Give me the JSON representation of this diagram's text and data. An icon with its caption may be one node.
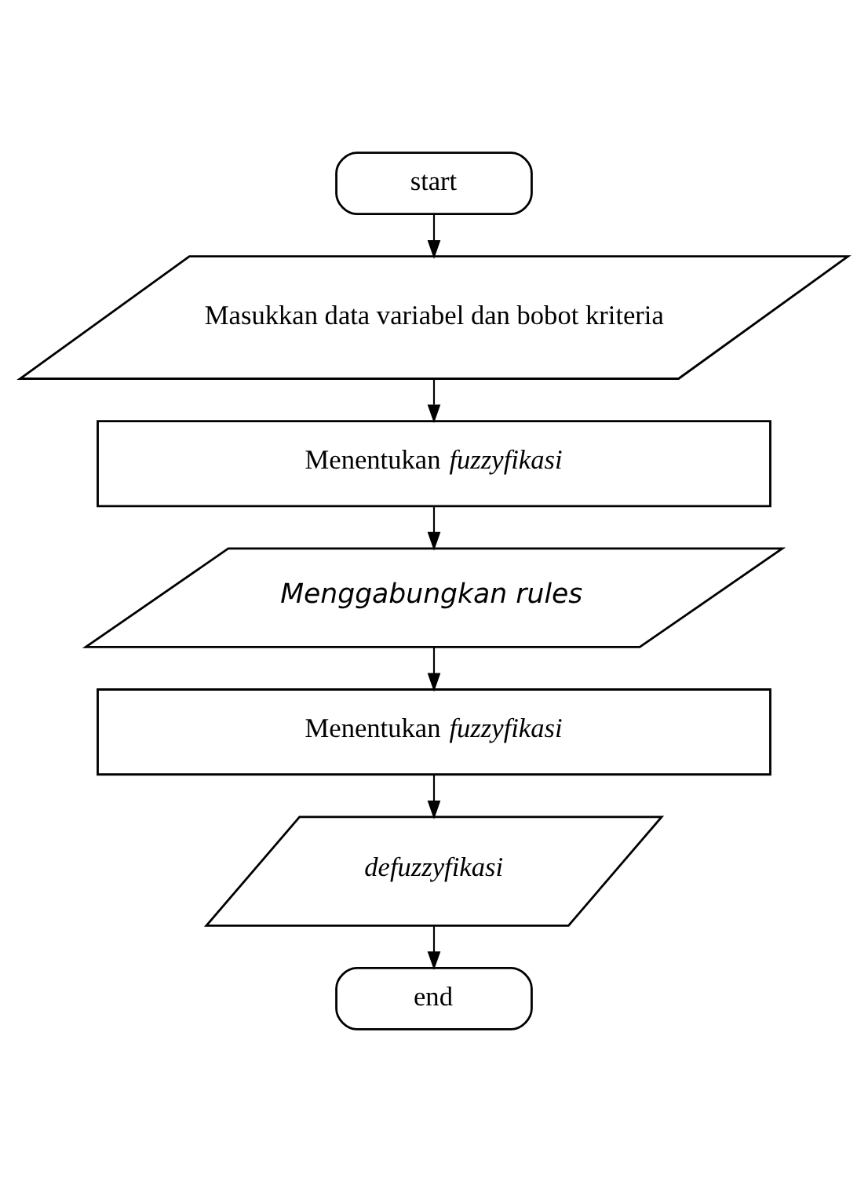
{
  "diagram": {
    "nodes": [
      {
        "text": [
          "start"
        ]
      },
      {
        "text": [
          "Masukkan data variabel dan bobot kriteria"
        ]
      },
      {
        "text": [
          "Menentukan *fuzzyfikasi*"
        ]
      },
      {
        "text": [
          "Menggabungkan rules"
        ]
      },
      {
        "text": [
          "Menentukan *fuzzyfikasi*"
        ]
      },
      {
        "text": [
          "defuzzyfikasi"
        ]
      },
      {
        "text": [
          "end"
        ]
      }
    ],
    "edges": [
      {
        "from": 0,
        "to": 1,
        "arrow": "to"
      },
      {
        "from": 1,
        "to": 2,
        "arrow": "to"
      },
      {
        "from": 2,
        "to": 3,
        "arrow": "to"
      },
      {
        "from": 3,
        "to": 4,
        "arrow": "to"
      },
      {
        "from": 4,
        "to": 5,
        "arrow": "to"
      },
      {
        "from": 5,
        "to": 6,
        "arrow": "to"
      }
    ]
  }
}
